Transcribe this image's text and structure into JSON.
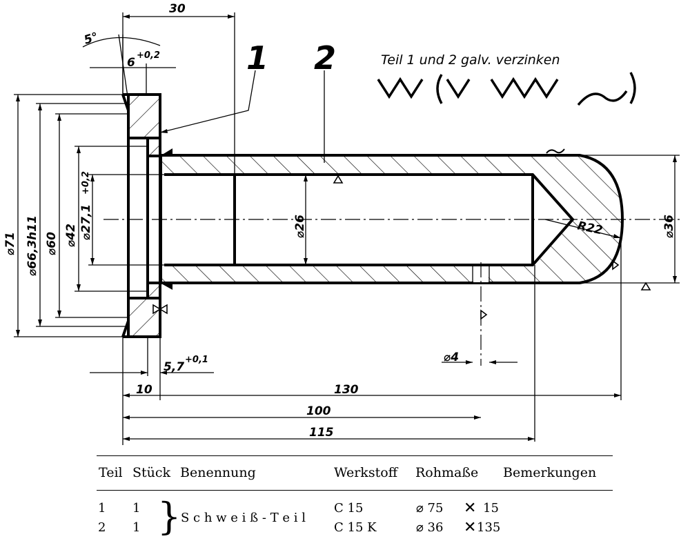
{
  "labels": {
    "part1": "1",
    "part2": "2",
    "note": "Teil 1 und 2 galv. verzinken",
    "angle": "5°",
    "wave": "~"
  },
  "dimensions": {
    "top_30": "30",
    "depth_6": "6",
    "tol_6": "+0,2",
    "dia_71": "⌀71",
    "dia_663": "⌀66,3h11",
    "dia_60": "⌀60",
    "dia_42": "⌀42",
    "dia_271": "⌀27,1",
    "tol_271": "+0,2",
    "dia_26": "⌀26",
    "dia_36": "⌀36",
    "r22": "R22",
    "dim_57": "5,7",
    "tol_57": "+0,1",
    "dim_4": "⌀4",
    "dim_10": "10",
    "dim_130": "130",
    "dim_100": "100",
    "dim_115": "115"
  },
  "table": {
    "headers": [
      "Teil",
      "Stück",
      "Benennung",
      "Werkstoff",
      "Rohmaße",
      "Bemerkungen"
    ],
    "rows": [
      {
        "teil": "1",
        "stueck": "1",
        "werkstoff": "C 15",
        "dia": "⌀ 75",
        "len": "15"
      },
      {
        "teil": "2",
        "stueck": "1",
        "werkstoff": "C 15 K",
        "dia": "⌀ 36",
        "len": "135"
      }
    ],
    "benennung": "S c h w e i ß - T e i l",
    "times": "✕"
  }
}
